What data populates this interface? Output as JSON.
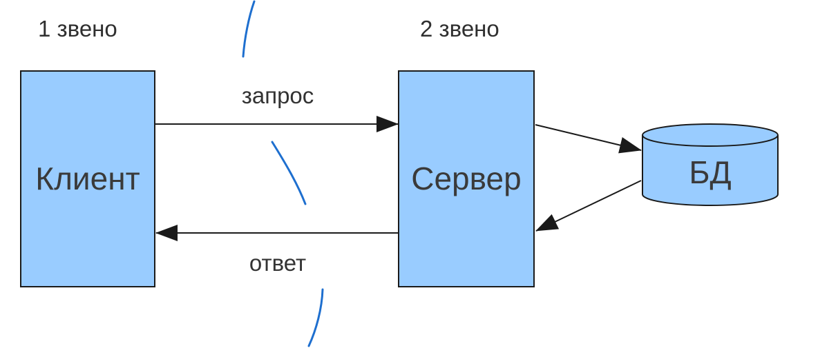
{
  "tiers": {
    "tier1_label": "1 звено",
    "tier2_label": "2 звено"
  },
  "nodes": {
    "client": "Клиент",
    "server": "Сервер",
    "database": "БД"
  },
  "edges": {
    "request": "запрос",
    "response": "ответ"
  },
  "colors": {
    "node_fill": "#99ccff",
    "outline": "#1a1a1a",
    "boundary": "#1e6fcf"
  }
}
